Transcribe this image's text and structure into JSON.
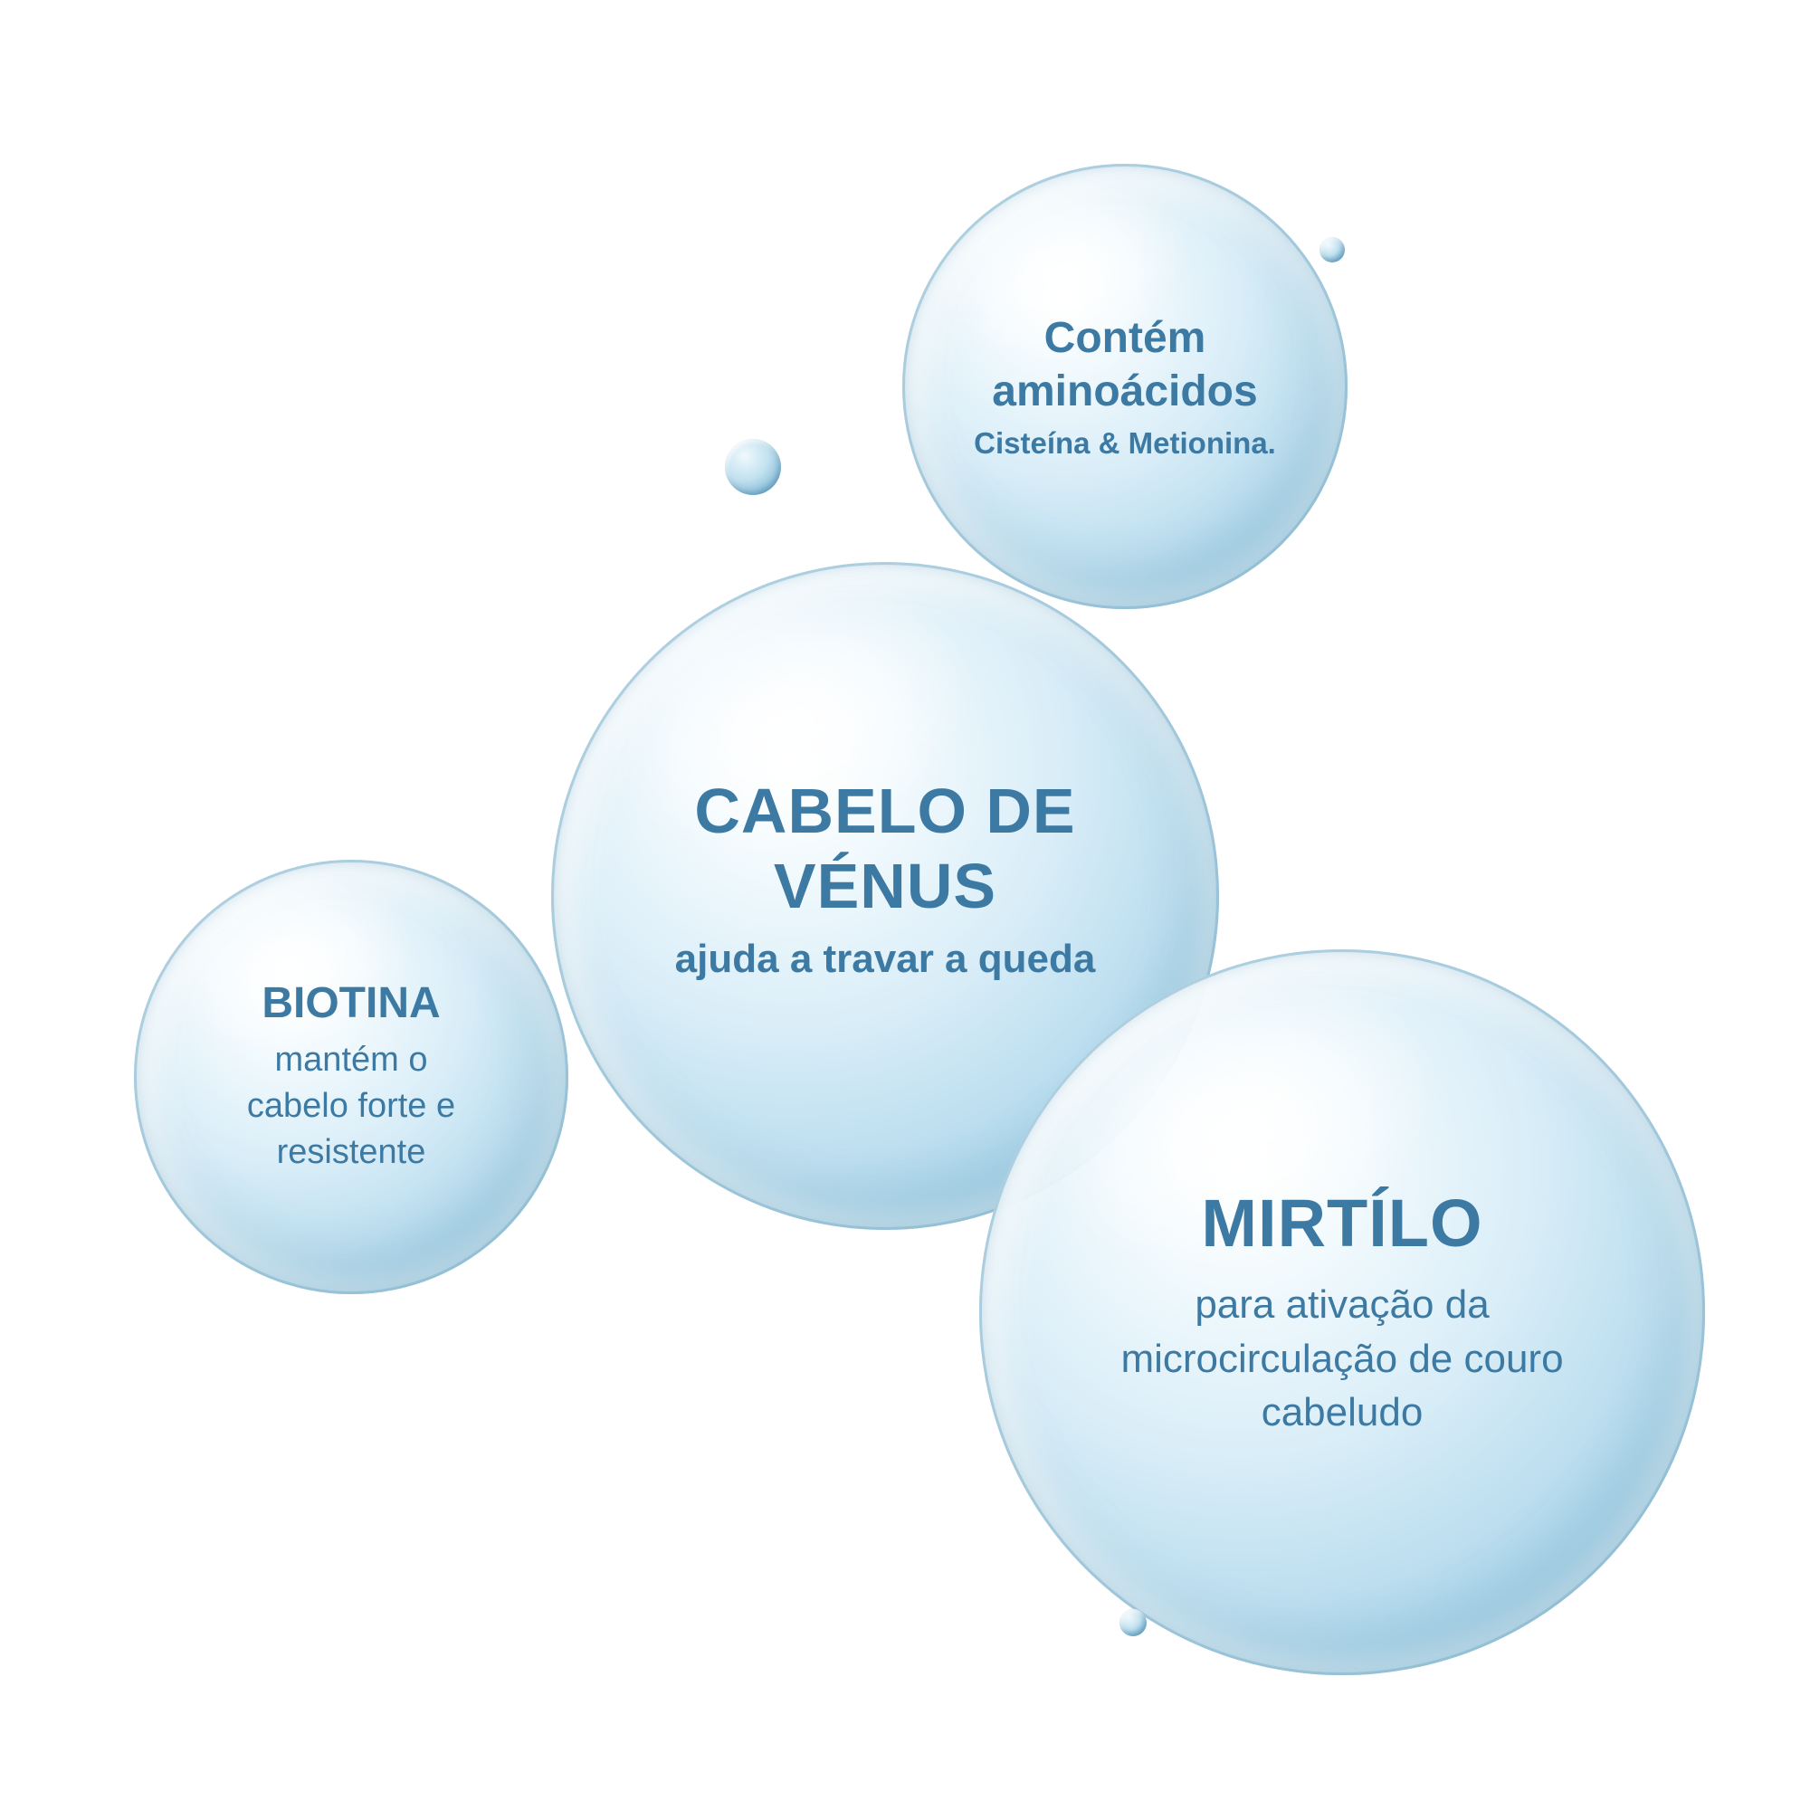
{
  "colors": {
    "text": "#3d7aa3",
    "bubble-rim": "#6fa9c9",
    "bubble-fill": "#cfe8f5",
    "background": "#ffffff"
  },
  "bubbles": [
    {
      "id": "aminoacidos",
      "title": "Contém aminoácidos",
      "subtitle": "Cisteína & Metionina."
    },
    {
      "id": "cabelo-de-venus",
      "title": "CABELO DE VÉNUS",
      "subtitle": "ajuda a travar a queda"
    },
    {
      "id": "biotina",
      "title": "BIOTINA",
      "body": "mantém o cabelo forte e resistente"
    },
    {
      "id": "mirtilo",
      "title": "MIRTÍLO",
      "body": "para ativação da microcirculação de couro cabeludo"
    }
  ]
}
